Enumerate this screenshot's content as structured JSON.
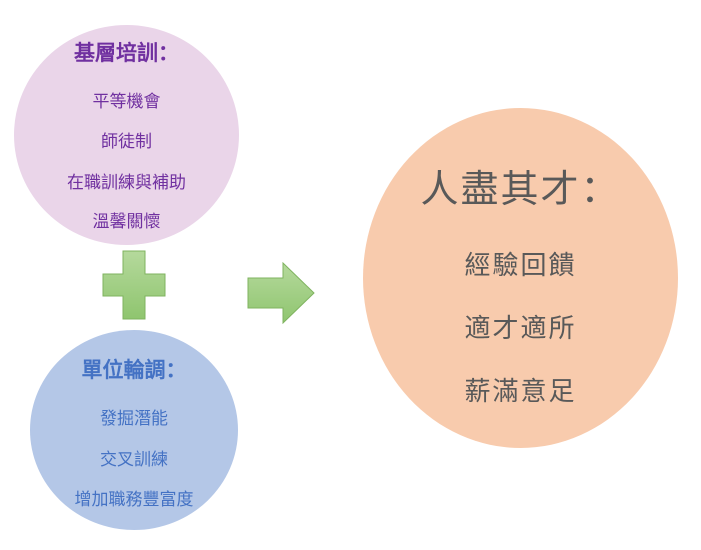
{
  "basic_training": {
    "title": "基層培訓：",
    "items": [
      "平等機會",
      "師徒制",
      "在職訓練與補助",
      "溫馨關懷"
    ]
  },
  "unit_rotation": {
    "title": "單位輪調：",
    "items": [
      "發掘潛能",
      "交叉訓練",
      "增加職務豐富度"
    ]
  },
  "result": {
    "title": "人盡其才：",
    "items": [
      "經驗回饋",
      "適才適所",
      "薪滿意足"
    ]
  },
  "colors": {
    "pink_circle": "#ead5e9",
    "blue_circle": "#b4c7e7",
    "orange_circle": "#f8cbad",
    "purple_text": "#7030a0",
    "blue_text": "#4472c4",
    "gray_text": "#595959",
    "green_shape": "#a9d18e"
  }
}
